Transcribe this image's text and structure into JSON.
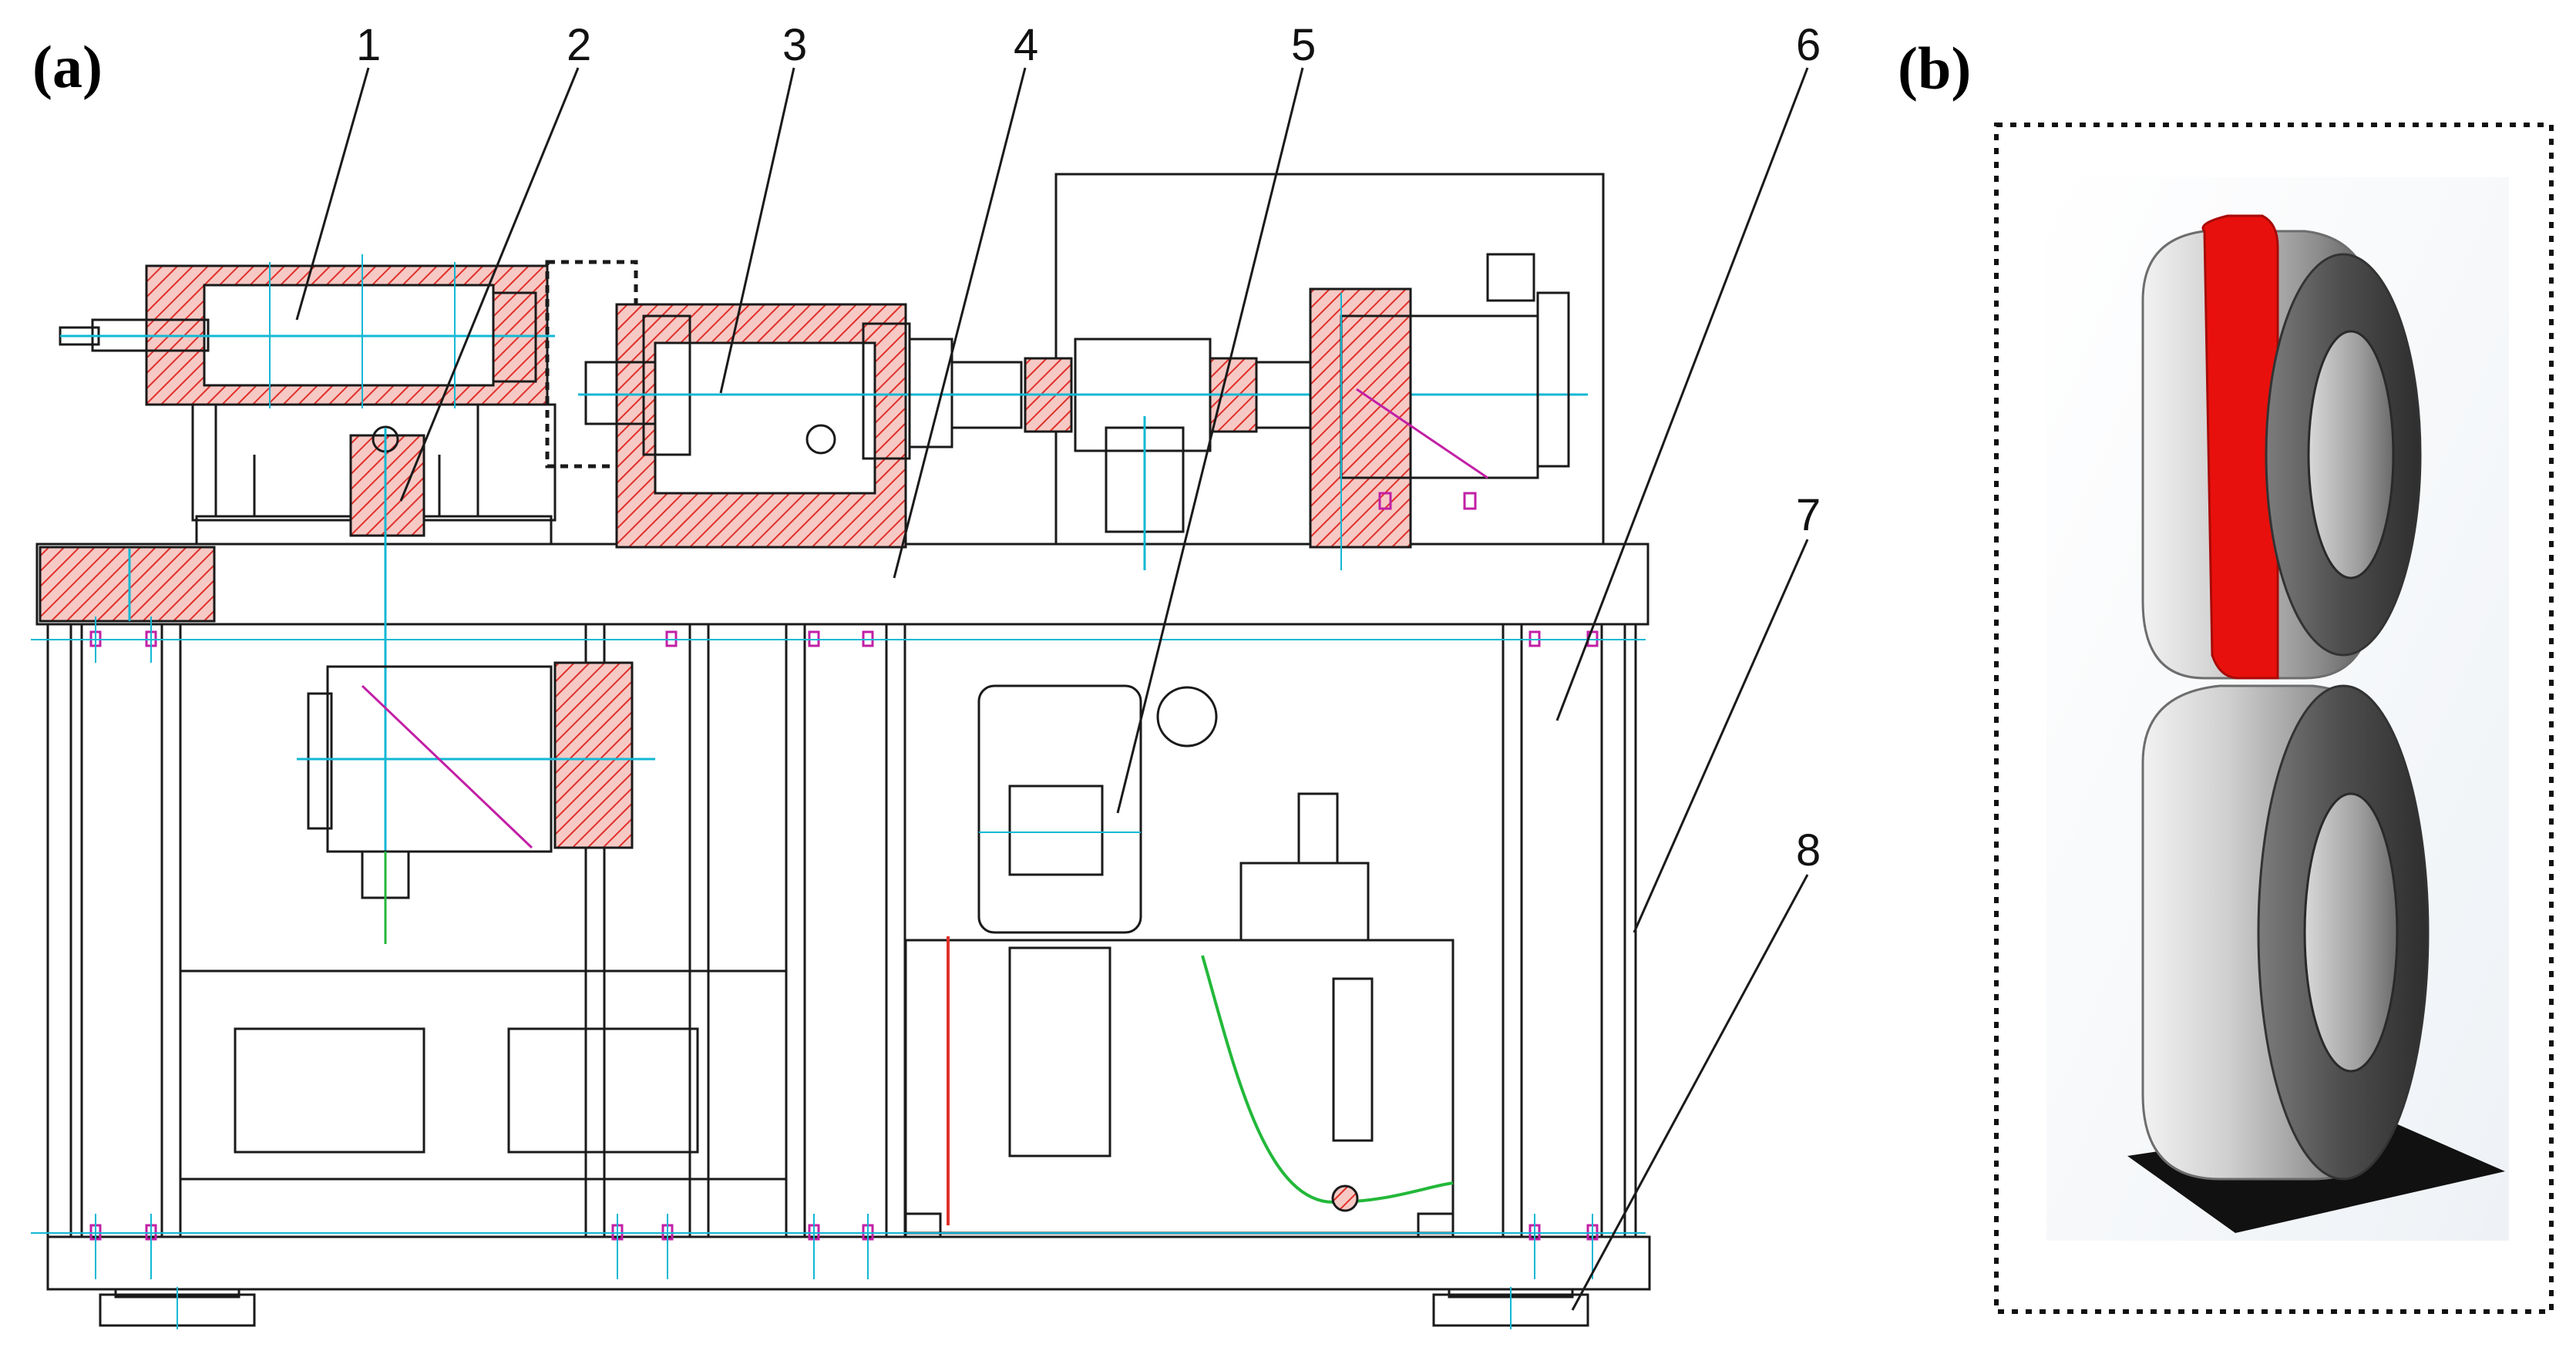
{
  "figure": {
    "panel_a": {
      "label": "(a)"
    },
    "panel_b": {
      "label": "(b)"
    },
    "callouts": [
      "1",
      "2",
      "3",
      "4",
      "5",
      "6",
      "7",
      "8"
    ]
  },
  "colors": {
    "line": "#1a1a1a",
    "hatch_red": "#e0302a",
    "accent_red": "#e8100c",
    "center_cyan": "#12b8d4",
    "bolt_magenta": "#c21fa6",
    "hose_green": "#23b83a",
    "ring_gray": "#9a9a9a",
    "ring_dark": "#4a4a4a"
  }
}
